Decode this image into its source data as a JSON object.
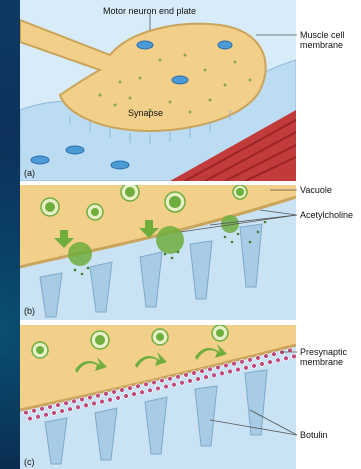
{
  "labels": {
    "motor_neuron_end_plate": "Motor neuron end plate",
    "muscle_cell_membrane": "Muscle cell membrane",
    "synapse": "Synapse",
    "vacuole": "Vacuole",
    "acetylcholine": "Acetylcholine",
    "presynaptic_membrane": "Presynaptic membrane",
    "botulin": "Botulin"
  },
  "panel_letters": {
    "a": "(a)",
    "b": "(b)",
    "c": "(c)"
  },
  "colors": {
    "background": "#0c2b55",
    "neuron": "#f3d08a",
    "neuron_outline": "#caa45a",
    "muscle_membrane": "#b9d9f2",
    "muscle_body": "#c23b3b",
    "vesicle_green": "#6fae3c",
    "mitochondria": "#4a9ad6",
    "botulin": "#c04a78"
  }
}
